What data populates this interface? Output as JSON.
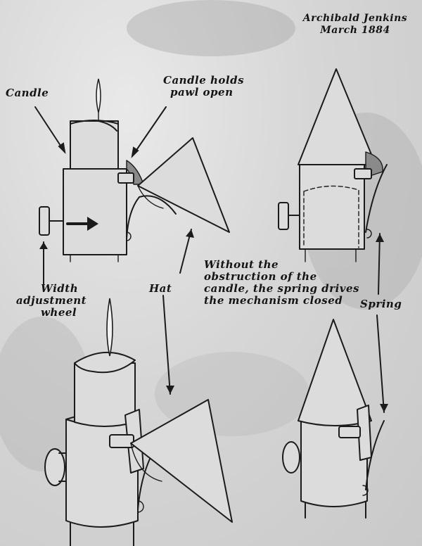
{
  "labels": {
    "author": "Archibald Jenkins",
    "date": "March 1884",
    "candle": "Candle",
    "candle_holds_1": "Candle holds",
    "candle_holds_2": "pawl open",
    "width_1": "Width",
    "width_2": "adjustment",
    "width_3": "wheel",
    "hat": "Hat",
    "without_1": "Without the",
    "without_2": "obstruction of the",
    "without_3": "candle, the spring drives",
    "without_4": "the mechanism closed",
    "spring": "Spring"
  }
}
